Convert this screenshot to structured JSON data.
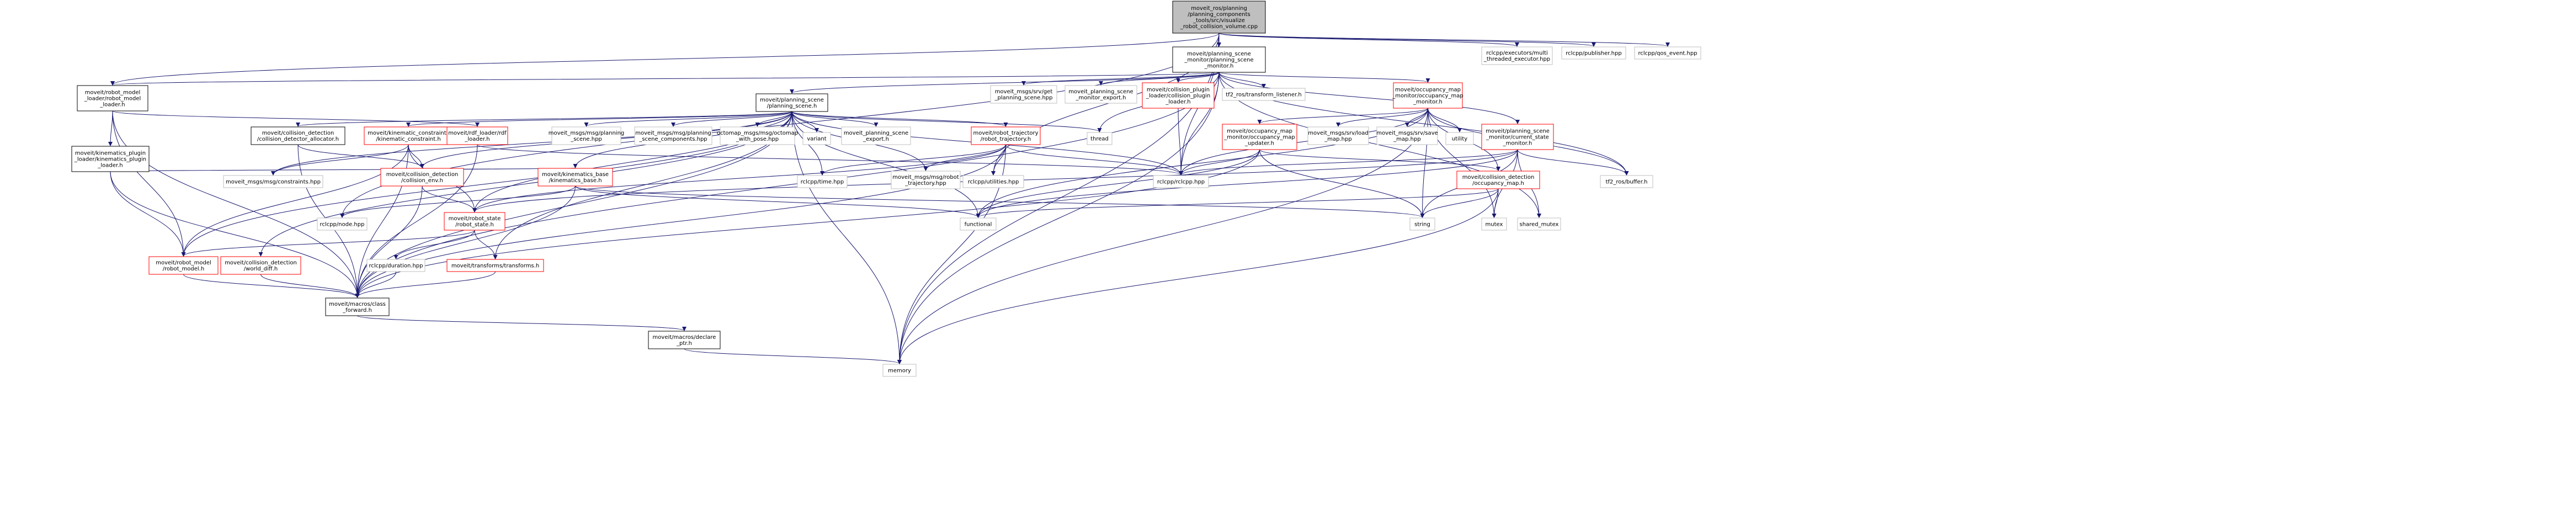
{
  "diagram": {
    "colors": {
      "root_fill": "#bfbfbf",
      "node_fill": "#ffffff",
      "node_border": "#000000",
      "undocumented_border": "#bfbfbf",
      "linked_border": "#ff0000",
      "edge": "#191970",
      "text": "#000000"
    },
    "nodes": [
      {
        "id": "root",
        "label": [
          "moveit_ros/planning",
          "/planning_components",
          "_tools/src/visualize",
          "_robot_collision_volume.cpp"
        ],
        "style": "root"
      },
      {
        "id": "psm",
        "label": [
          "moveit/planning_scene",
          "_monitor/planning_scene",
          "_monitor.h"
        ],
        "style": "normal"
      },
      {
        "id": "mte",
        "label": [
          "rclcpp/executors/multi",
          "_threaded_executor.hpp"
        ],
        "style": "gray"
      },
      {
        "id": "pub",
        "label": [
          "rclcpp/publisher.hpp"
        ],
        "style": "gray"
      },
      {
        "id": "qos",
        "label": [
          "rclcpp/qos_event.hpp"
        ],
        "style": "gray"
      },
      {
        "id": "rml",
        "label": [
          "moveit/robot_model",
          "_loader/robot_model",
          "_loader.h"
        ],
        "style": "normal"
      },
      {
        "id": "ps",
        "label": [
          "moveit/planning_scene",
          "/planning_scene.h"
        ],
        "style": "normal"
      },
      {
        "id": "gps",
        "label": [
          "moveit_msgs/srv/get",
          "_planning_scene.hpp"
        ],
        "style": "gray"
      },
      {
        "id": "psme",
        "label": [
          "moveit_planning_scene",
          "_monitor_export.h"
        ],
        "style": "gray"
      },
      {
        "id": "cpl",
        "label": [
          "moveit/collision_plugin",
          "_loader/collision_plugin",
          "_loader.h"
        ],
        "style": "red"
      },
      {
        "id": "tfl",
        "label": [
          "tf2_ros/transform_listener.h"
        ],
        "style": "gray"
      },
      {
        "id": "omm",
        "label": [
          "moveit/occupancy_map",
          "_monitor/occupancy_map",
          "_monitor.h"
        ],
        "style": "red"
      },
      {
        "id": "kpl",
        "label": [
          "moveit/kinematics_plugin",
          "_loader/kinematics_plugin",
          "_loader.h"
        ],
        "style": "normal"
      },
      {
        "id": "cda",
        "label": [
          "moveit/collision_detection",
          "/collision_detector_allocator.h"
        ],
        "style": "normal"
      },
      {
        "id": "kc",
        "label": [
          "moveit/kinematic_constraints",
          "/kinematic_constraint.h"
        ],
        "style": "red"
      },
      {
        "id": "rdf",
        "label": [
          "moveit/rdf_loader/rdf",
          "_loader.h"
        ],
        "style": "red"
      },
      {
        "id": "mps",
        "label": [
          "moveit_msgs/msg/planning",
          "_scene.hpp"
        ],
        "style": "gray"
      },
      {
        "id": "mpsc",
        "label": [
          "moveit_msgs/msg/planning",
          "_scene_components.hpp"
        ],
        "style": "gray"
      },
      {
        "id": "oct",
        "label": [
          "octomap_msgs/msg/octomap",
          "_with_pose.hpp"
        ],
        "style": "gray"
      },
      {
        "id": "var",
        "label": [
          "variant"
        ],
        "style": "gray"
      },
      {
        "id": "pse",
        "label": [
          "moveit_planning_scene",
          "_export.h"
        ],
        "style": "gray"
      },
      {
        "id": "rt",
        "label": [
          "moveit/robot_trajectory",
          "/robot_trajectory.h"
        ],
        "style": "red"
      },
      {
        "id": "thr",
        "label": [
          "thread"
        ],
        "style": "gray"
      },
      {
        "id": "ommu",
        "label": [
          "moveit/occupancy_map",
          "_monitor/occupancy_map",
          "_updater.h"
        ],
        "style": "red"
      },
      {
        "id": "msl",
        "label": [
          "moveit_msgs/srv/load",
          "_map.hpp"
        ],
        "style": "gray"
      },
      {
        "id": "mss",
        "label": [
          "moveit_msgs/srv/save",
          "_map.hpp"
        ],
        "style": "gray"
      },
      {
        "id": "utl",
        "label": [
          "utility"
        ],
        "style": "gray"
      },
      {
        "id": "csm",
        "label": [
          "moveit/planning_scene",
          "_monitor/current_state",
          "_monitor.h"
        ],
        "style": "red"
      },
      {
        "id": "mcon",
        "label": [
          "moveit_msgs/msg/constraints.hpp"
        ],
        "style": "gray"
      },
      {
        "id": "cenv",
        "label": [
          "moveit/collision_detection",
          "/collision_env.h"
        ],
        "style": "red"
      },
      {
        "id": "kb",
        "label": [
          "moveit/kinematics_base",
          "/kinematics_base.h"
        ],
        "style": "red"
      },
      {
        "id": "time",
        "label": [
          "rclcpp/time.hpp"
        ],
        "style": "gray"
      },
      {
        "id": "mrt",
        "label": [
          "moveit_msgs/msg/robot",
          "_trajectory.hpp"
        ],
        "style": "gray"
      },
      {
        "id": "util",
        "label": [
          "rclcpp/utilities.hpp"
        ],
        "style": "gray"
      },
      {
        "id": "rcl",
        "label": [
          "rclcpp/rclcpp.hpp"
        ],
        "style": "gray"
      },
      {
        "id": "om",
        "label": [
          "moveit/collision_detection",
          "/occupancy_map.h"
        ],
        "style": "red"
      },
      {
        "id": "tfb",
        "label": [
          "tf2_ros/buffer.h"
        ],
        "style": "gray"
      },
      {
        "id": "node",
        "label": [
          "rclcpp/node.hpp"
        ],
        "style": "gray"
      },
      {
        "id": "rs",
        "label": [
          "moveit/robot_state",
          "/robot_state.h"
        ],
        "style": "red"
      },
      {
        "id": "func",
        "label": [
          "functional"
        ],
        "style": "gray"
      },
      {
        "id": "str",
        "label": [
          "string"
        ],
        "style": "gray"
      },
      {
        "id": "mtx",
        "label": [
          "mutex"
        ],
        "style": "gray"
      },
      {
        "id": "smtx",
        "label": [
          "shared_mutex"
        ],
        "style": "gray"
      },
      {
        "id": "rm",
        "label": [
          "moveit/robot_model",
          "/robot_model.h"
        ],
        "style": "red"
      },
      {
        "id": "wd",
        "label": [
          "moveit/collision_detection",
          "/world_diff.h"
        ],
        "style": "red"
      },
      {
        "id": "dur",
        "label": [
          "rclcpp/duration.hpp"
        ],
        "style": "gray"
      },
      {
        "id": "tr",
        "label": [
          "moveit/transforms/transforms.h"
        ],
        "style": "red"
      },
      {
        "id": "cf",
        "label": [
          "moveit/macros/class",
          "_forward.h"
        ],
        "style": "normal"
      },
      {
        "id": "dp",
        "label": [
          "moveit/macros/declare",
          "_ptr.h"
        ],
        "style": "normal"
      },
      {
        "id": "mem",
        "label": [
          "memory"
        ],
        "style": "gray"
      }
    ]
  }
}
